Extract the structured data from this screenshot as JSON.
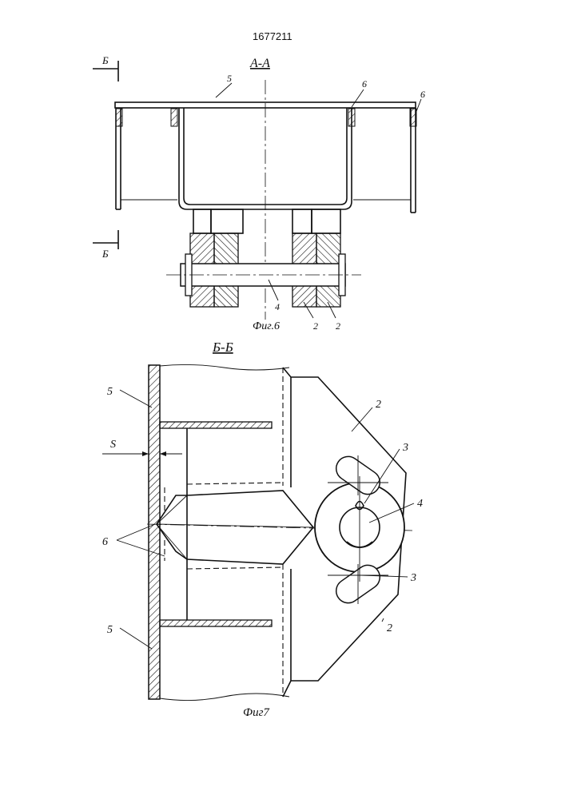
{
  "document": {
    "patent_number": "1677211"
  },
  "figure6": {
    "section_title": "А-А",
    "caption": "Фиг.6",
    "cut_mark": "Б",
    "labels": {
      "plate": "5",
      "rib_left": "6",
      "rib_right": "6",
      "axle": "4",
      "block_a": "2",
      "block_b": "2"
    }
  },
  "figure7": {
    "section_title": "Б-Б",
    "caption": "Фиг7",
    "labels": {
      "plate_top": "5",
      "plate_bottom": "5",
      "gap": "S",
      "ribs": "6",
      "block_top": "2",
      "block_bottom": "2",
      "slot_top": "3",
      "slot_bottom": "3",
      "axle": "4"
    }
  }
}
